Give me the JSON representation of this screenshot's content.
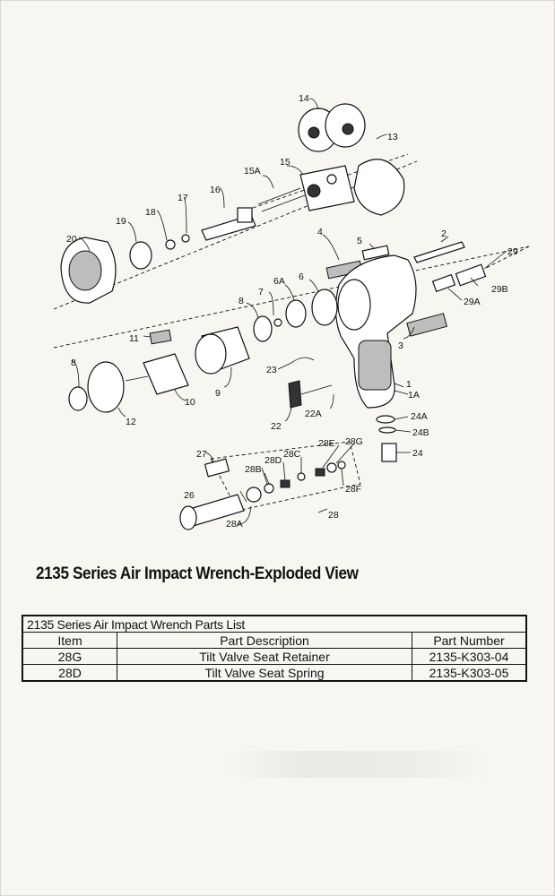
{
  "figure": {
    "callouts": [
      "14",
      "13",
      "15A",
      "15",
      "16",
      "17",
      "18",
      "19",
      "20",
      "2",
      "29",
      "4",
      "5",
      "29B",
      "29A",
      "6A",
      "6",
      "7",
      "8",
      "3",
      "11",
      "9",
      "1",
      "1A",
      "23",
      "8",
      "10",
      "12",
      "22",
      "22A",
      "24A",
      "24B",
      "24",
      "27",
      "28E",
      "28G",
      "28D",
      "28C",
      "28B",
      "28F",
      "26",
      "28",
      "28A"
    ]
  },
  "title": "2135 Series Air Impact Wrench-Exploded View",
  "parts_list": {
    "heading": "2135 Series Air Impact Wrench  Parts List",
    "columns": [
      "Item",
      "Part Description",
      "Part Number"
    ],
    "rows": [
      {
        "item": "28G",
        "description": "Tilt Valve Seat Retainer",
        "part_number": "2135-K303-04"
      },
      {
        "item": "28D",
        "description": "Tilt Valve Seat Spring",
        "part_number": "2135-K303-05"
      }
    ]
  }
}
